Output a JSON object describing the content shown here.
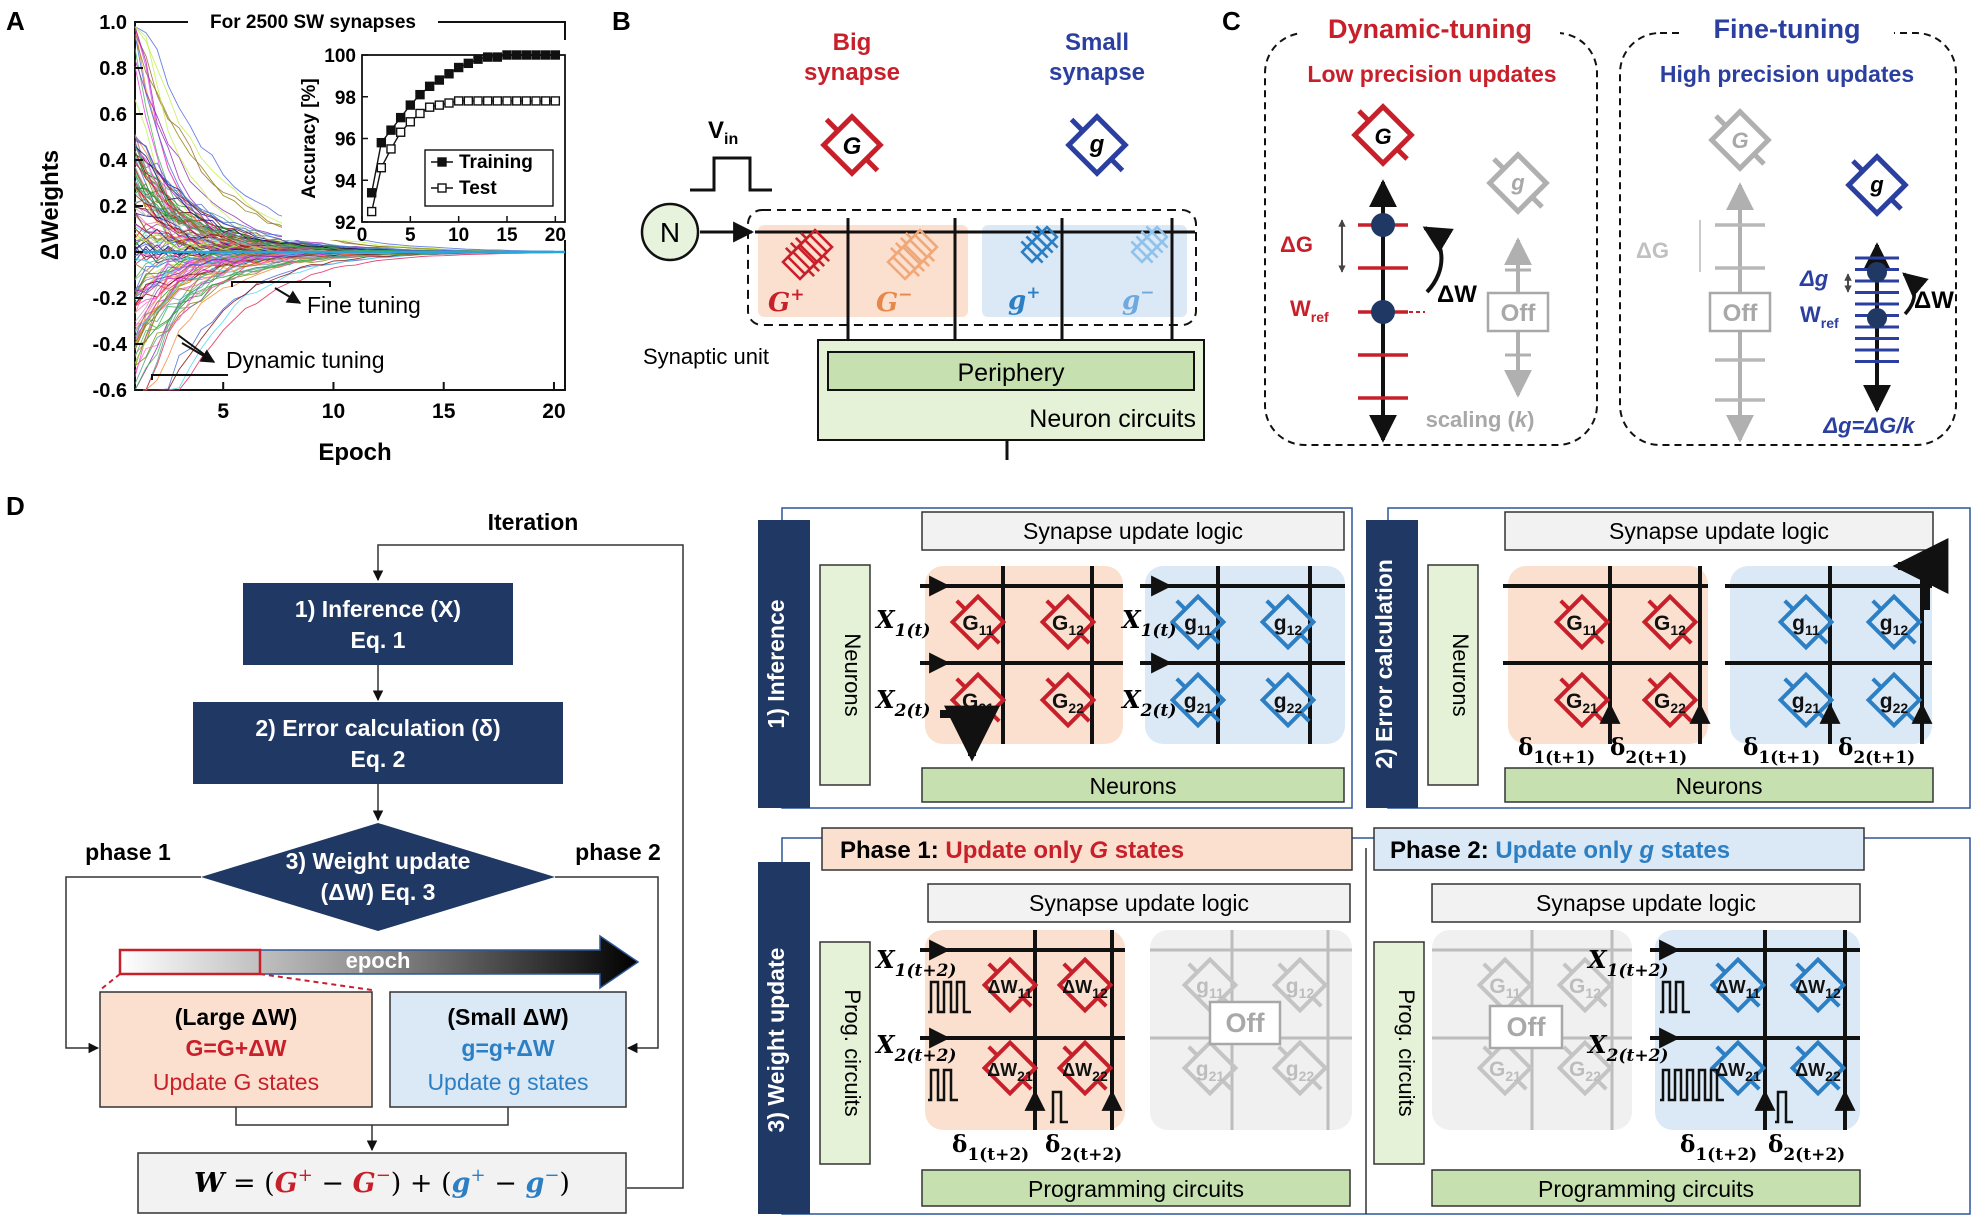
{
  "colors": {
    "red": "#c8202a",
    "blue": "#2b3fa0",
    "light_blue": "#2d7fc4",
    "navy": "#1f3864",
    "gray": "#a8a8a8",
    "peach": "#fbe0cf",
    "sky": "#dbe9f7",
    "green_fill": "#e6f2d8",
    "green_box": "#c6e0b0"
  },
  "panel_labels": {
    "a": "A",
    "b": "B",
    "c": "C",
    "d": "D"
  },
  "panel_a": {
    "main": {
      "title": "For 2500 SW synapses",
      "ylabel": "ΔWeights",
      "xlabel": "Epoch",
      "yticks": [
        "1.0",
        "0.8",
        "0.6",
        "0.4",
        "0.2",
        "0.0",
        "-0.2",
        "-0.4",
        "-0.6"
      ],
      "xticks": [
        "5",
        "10",
        "15",
        "20"
      ],
      "annot_fine": "Fine tuning",
      "annot_dynamic": "Dynamic tuning"
    },
    "chart_data": {
      "type": "line",
      "xlabel": "Epoch",
      "ylabel": "Accuracy [%]",
      "xlim": [
        0,
        21
      ],
      "ylim": [
        92,
        100
      ],
      "xticks": [
        0,
        5,
        10,
        15,
        20
      ],
      "xtick_labels": [
        "0",
        "5",
        "10",
        "15",
        "20"
      ],
      "yticks": [
        92,
        94,
        96,
        98,
        100
      ],
      "ytick_labels": [
        "92",
        "94",
        "96",
        "98",
        "100"
      ],
      "legend_position": "bottom-right",
      "series": [
        {
          "name": "Training",
          "marker": "filled-square",
          "x": [
            1,
            2,
            3,
            4,
            5,
            6,
            7,
            8,
            9,
            10,
            11,
            12,
            13,
            14,
            15,
            16,
            17,
            18,
            19,
            20
          ],
          "y": [
            93.4,
            95.8,
            96.4,
            97.0,
            97.6,
            98.1,
            98.5,
            98.8,
            99.1,
            99.4,
            99.6,
            99.8,
            99.9,
            99.9,
            100,
            100,
            100,
            100,
            100,
            100
          ]
        },
        {
          "name": "Test",
          "marker": "open-square",
          "x": [
            1,
            2,
            3,
            4,
            5,
            6,
            7,
            8,
            9,
            10,
            11,
            12,
            13,
            14,
            15,
            16,
            17,
            18,
            19,
            20
          ],
          "y": [
            92.5,
            94.6,
            95.5,
            96.3,
            96.8,
            97.2,
            97.5,
            97.6,
            97.7,
            97.8,
            97.8,
            97.8,
            97.8,
            97.8,
            97.8,
            97.8,
            97.8,
            97.8,
            97.8,
            97.8
          ]
        }
      ]
    }
  },
  "panel_b": {
    "big": [
      "Big",
      "synapse"
    ],
    "small": [
      "Small",
      "synapse"
    ],
    "vin": "V",
    "vin_sub": "in",
    "neuron": "N",
    "G_symbol": "G",
    "g_symbol": "g",
    "Gp": "G",
    "Gm": "G",
    "gp": "g",
    "gm": "g",
    "plus": "+",
    "minus": "−",
    "unit_label": "Synaptic unit",
    "periphery": "Periphery",
    "neuron_circuits": "Neuron circuits"
  },
  "panel_c": {
    "dyn_title": "Dynamic-tuning",
    "dyn_sub": "Low precision updates",
    "fine_title": "Fine-tuning",
    "fine_sub": "High precision updates",
    "dG": "ΔG",
    "wref": "W",
    "ref_sub": "ref",
    "dW": "ΔW",
    "off": "Off",
    "scaling": "scaling (",
    "k": "k",
    "close": ")",
    "dg": "Δg",
    "dg_formula": "Δg=ΔG/k"
  },
  "panel_d": {
    "iteration": "Iteration",
    "inference": [
      "1) Inference (X)",
      "Eq. 1"
    ],
    "error": [
      "2) Error calculation (δ)",
      "Eq. 2"
    ],
    "update": [
      "3) Weight update",
      "(ΔW) Eq. 3"
    ],
    "phase1": "phase 1",
    "phase2": "phase 2",
    "epoch": "epoch",
    "large_box": [
      "(Large ΔW)",
      "G=G+ΔW",
      "Update G states"
    ],
    "small_box": [
      "(Small ΔW)",
      "g=g+ΔW",
      "Update g states"
    ],
    "formula": {
      "w": "W",
      "eq": " = (",
      "Gp": "G",
      "sup_p": "+",
      "mid": " − ",
      "Gm": "G",
      "sup_m": "−",
      "close": ") + (",
      "gp": "g",
      "gm": "g",
      "end": ")"
    },
    "inference_panel": {
      "side": "1) Inference",
      "logic": "Synapse update logic",
      "neurons_v": "Neurons",
      "neurons_h": "Neurons",
      "X1": "X",
      "X1sub": "1(t)",
      "X2": "X",
      "X2sub": "2(t)",
      "cells": [
        [
          "G",
          "11"
        ],
        [
          "G",
          "12"
        ],
        [
          "G",
          "21"
        ],
        [
          "G",
          "22"
        ]
      ],
      "cells_g": [
        [
          "g",
          "11"
        ],
        [
          "g",
          "12"
        ],
        [
          "g",
          "21"
        ],
        [
          "g",
          "22"
        ]
      ]
    },
    "error_panel": {
      "side": "2) Error calculation",
      "logic": "Synapse update logic",
      "neurons_v": "Neurons",
      "neurons_h": "Neurons",
      "d": "δ",
      "d1": "1(t+1)",
      "d2": "2(t+1)"
    },
    "update_panel": {
      "side": "3) Weight update",
      "phase1_label": "Phase 1:",
      "phase1_text": "Update only",
      "phase1_G": "G",
      "phase1_end": "states",
      "phase2_label": "Phase 2:",
      "phase2_text": "Update only",
      "phase2_g": "g",
      "phase2_end": "states",
      "logic": "Synapse update logic",
      "prog_v": "Prog. circuits",
      "prog_h": "Programming circuits",
      "X1sub": "1(t+2)",
      "X2sub": "2(t+2)",
      "d1": "1(t+2)",
      "d2": "2(t+2)",
      "dw": "ΔW",
      "off": "Off"
    }
  }
}
